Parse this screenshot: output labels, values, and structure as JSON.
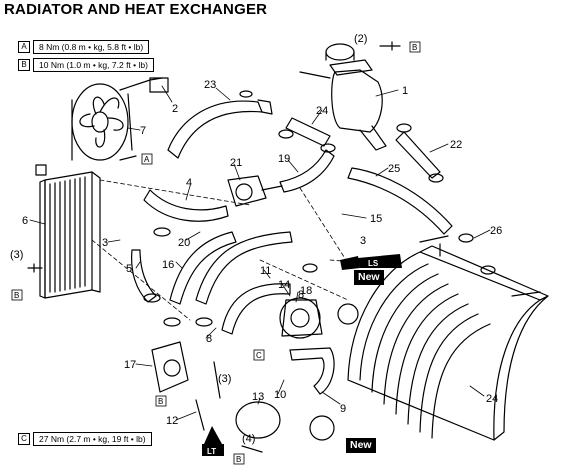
{
  "title": "RADIATOR AND HEAT EXCHANGER",
  "torque_specs": [
    {
      "key": "A",
      "value": "8 Nm (0.8 m • kg, 5.8 ft • lb)"
    },
    {
      "key": "B",
      "value": "10 Nm (1.0 m • kg, 7.2 ft • lb)"
    },
    {
      "key": "C",
      "value": "27 Nm (2.7 m • kg, 19 ft • lb)"
    }
  ],
  "badges": {
    "new": "New",
    "ls": "LS",
    "lt": "LT"
  },
  "part_numbers": [
    "1",
    "2",
    "3",
    "4",
    "5",
    "6",
    "7",
    "8",
    "9",
    "10",
    "11",
    "12",
    "13",
    "14",
    "15",
    "16",
    "17",
    "18",
    "19",
    "20",
    "21",
    "22",
    "23",
    "24",
    "25",
    "26"
  ],
  "callout_labels": {
    "n2_top": "(2)",
    "n3_left": "(3)",
    "n3_bottom": "(3)",
    "n4_bottom": "(4)",
    "A": "A",
    "B": "B",
    "C": "C"
  }
}
